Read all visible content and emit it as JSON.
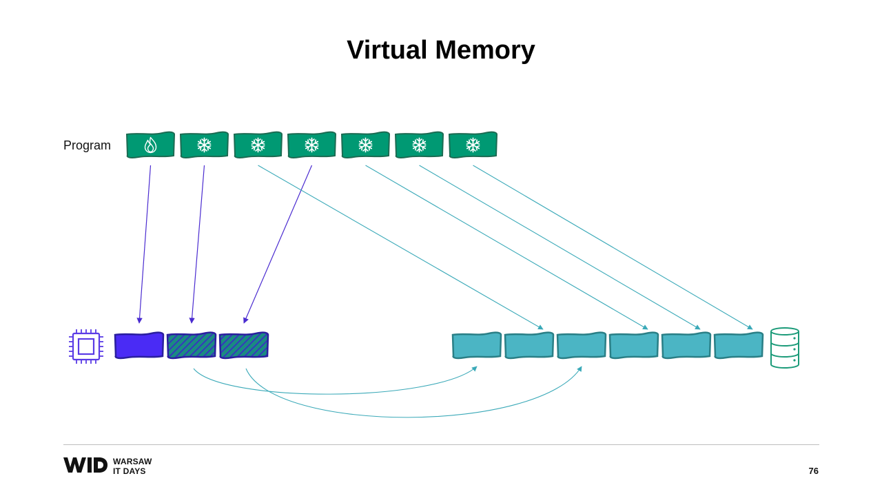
{
  "slide": {
    "title": "Virtual Memory",
    "page_number": "76"
  },
  "program": {
    "label": "Program",
    "pages": [
      {
        "icon": "flame-icon",
        "state": "hot"
      },
      {
        "icon": "snowflake-icon",
        "state": "cold"
      },
      {
        "icon": "snowflake-icon",
        "state": "cold"
      },
      {
        "icon": "snowflake-icon",
        "state": "cold"
      },
      {
        "icon": "snowflake-icon",
        "state": "cold"
      },
      {
        "icon": "snowflake-icon",
        "state": "cold"
      },
      {
        "icon": "snowflake-icon",
        "state": "cold"
      }
    ]
  },
  "ram": {
    "icon": "cpu-chip-icon",
    "frames": [
      {
        "style": "solid"
      },
      {
        "style": "hatched"
      },
      {
        "style": "hatched"
      }
    ]
  },
  "disk": {
    "icon": "database-icon",
    "frames": 6
  },
  "mappings": {
    "program_to_ram": [
      [
        0,
        0
      ],
      [
        1,
        1
      ],
      [
        3,
        2
      ]
    ],
    "program_to_disk": [
      [
        2,
        1
      ],
      [
        4,
        3
      ],
      [
        5,
        4
      ],
      [
        6,
        5
      ]
    ],
    "ram_to_disk": [
      [
        1,
        0
      ],
      [
        2,
        2
      ]
    ]
  },
  "footer": {
    "brand_line1": "WARSAW",
    "brand_line2": "IT DAYS"
  },
  "colors": {
    "program_page": "#009973",
    "program_border": "#1c6b52",
    "ram_solid": "#4a2bf5",
    "ram_border": "#2a1f9e",
    "ram_hatch": "#1a8a82",
    "disk_frame": "#4bb5c4",
    "disk_border": "#2a7f86",
    "ram_arrow": "#4a2bd0",
    "disk_arrow": "#3aa9b8",
    "chip_icon": "#5a3be6",
    "db_icon": "#1a9a78"
  }
}
